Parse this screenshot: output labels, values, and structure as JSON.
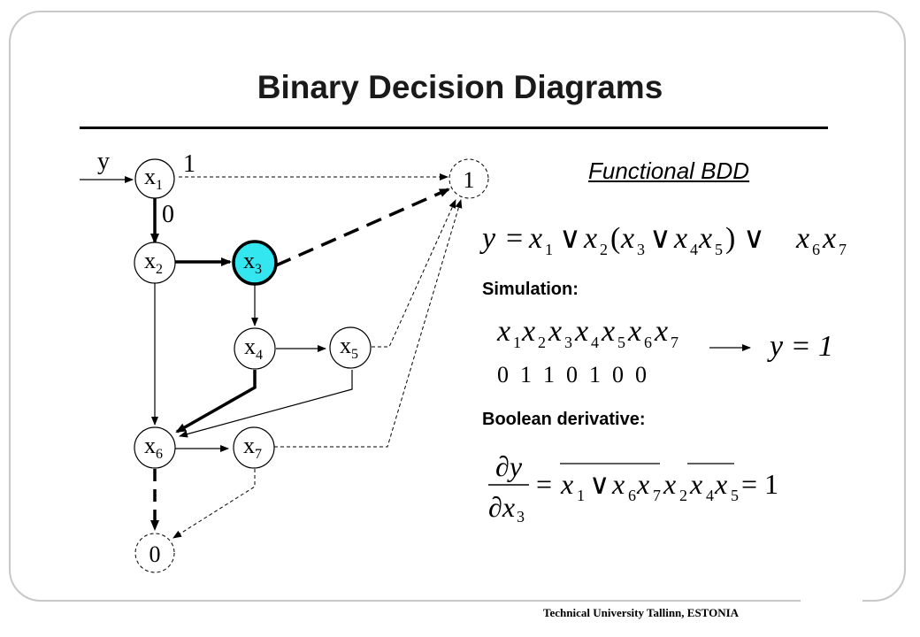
{
  "page": {
    "title": "Binary Decision Diagrams",
    "footer": "Technical University Tallinn, ESTONIA"
  },
  "diagram": {
    "input_label": "y",
    "edge_label_1": "1",
    "edge_label_0": "0",
    "terminal_1": "1",
    "terminal_0": "0",
    "nodes": [
      {
        "id": "x1",
        "var": "x",
        "sub": "1",
        "highlight": false
      },
      {
        "id": "x2",
        "var": "x",
        "sub": "2",
        "highlight": false
      },
      {
        "id": "x3",
        "var": "x",
        "sub": "3",
        "highlight": true
      },
      {
        "id": "x4",
        "var": "x",
        "sub": "4",
        "highlight": false
      },
      {
        "id": "x5",
        "var": "x",
        "sub": "5",
        "highlight": false
      },
      {
        "id": "x6",
        "var": "x",
        "sub": "6",
        "highlight": false
      },
      {
        "id": "x7",
        "var": "x",
        "sub": "7",
        "highlight": false
      }
    ],
    "highlight_color": "#33e6f0"
  },
  "right_panel": {
    "heading": "Functional BDD",
    "simulation_label": "Simulation:",
    "simulation_values": "0  1  1  0  1  0  0",
    "result": "y = 1",
    "derivative_label": "Boolean derivative:"
  }
}
